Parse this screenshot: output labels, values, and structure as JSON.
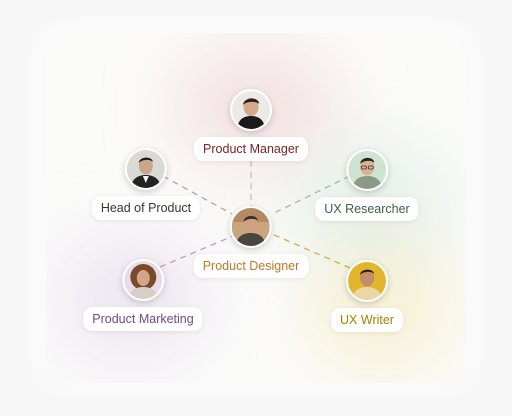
{
  "roles": {
    "product_manager": {
      "label": "Product Manager",
      "color": "#7a1f1f",
      "edge": "#c9bdbd",
      "avatar_icon": "man-portrait-icon"
    },
    "head_of_product": {
      "label": "Head of Product",
      "color": "#2f3a2f",
      "edge": "#a9aaa2",
      "avatar_icon": "man-portrait-icon"
    },
    "ux_researcher": {
      "label": "UX Researcher",
      "color": "#3e5e4a",
      "edge": "#9ebba8",
      "avatar_icon": "man-portrait-icon"
    },
    "product_designer": {
      "label": "Product Designer",
      "color": "#c0762a",
      "avatar_icon": "man-portrait-icon"
    },
    "product_marketing": {
      "label": "Product Marketing",
      "color": "#6e4a84",
      "edge": "#b3a0bd",
      "avatar_icon": "woman-portrait-icon"
    },
    "ux_writer": {
      "label": "UX Writer",
      "color": "#a87e00",
      "edge": "#cfb046",
      "avatar_icon": "man-portrait-icon"
    }
  }
}
